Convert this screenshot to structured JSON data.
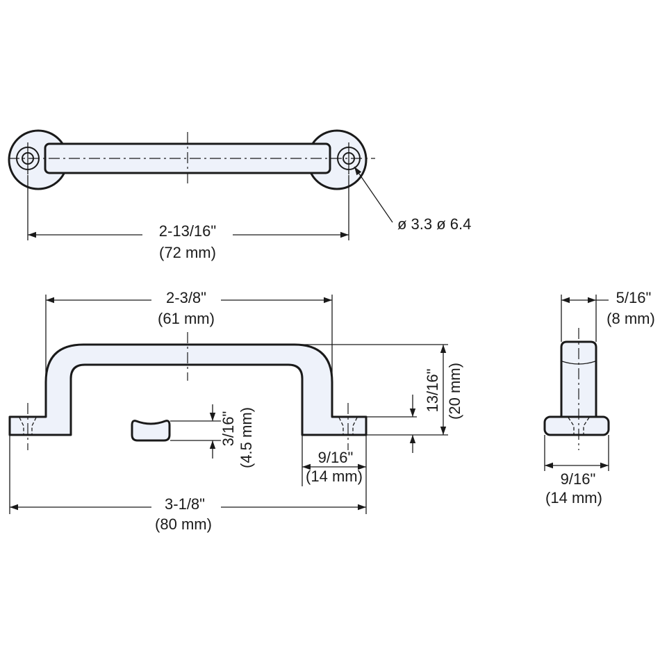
{
  "dimensions": {
    "mounting_pitch": {
      "imperial": "2-13/16\"",
      "metric": "(72 mm)"
    },
    "holes": {
      "label": "ø 3.3 ø 6.4"
    },
    "inner_span": {
      "imperial": "2-3/8\"",
      "metric": "(61 mm)"
    },
    "height": {
      "imperial": "13/16\"",
      "metric": "(20 mm)"
    },
    "section_thickness": {
      "imperial": "3/16\"",
      "metric": "(4.5 mm)"
    },
    "foot_length": {
      "imperial": "9/16\"",
      "metric": "(14 mm)"
    },
    "overall_length": {
      "imperial": "3-1/8\"",
      "metric": "(80 mm)"
    },
    "side_width": {
      "imperial": "5/16\"",
      "metric": "(8 mm)"
    },
    "side_base_width": {
      "imperial": "9/16\"",
      "metric": "(14 mm)"
    }
  }
}
